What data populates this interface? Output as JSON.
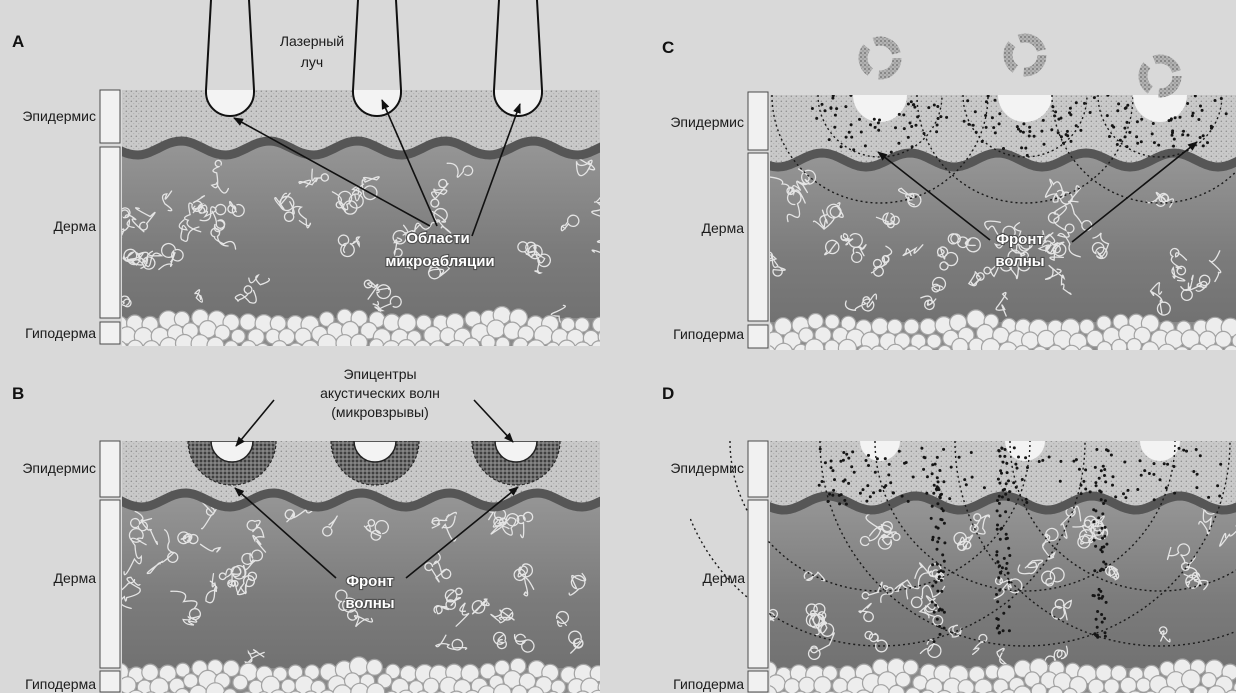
{
  "figure": {
    "panel_a": {
      "letter": "A",
      "layers": {
        "epidermis": "Эпидермис",
        "dermis": "Дерма",
        "hypodermis": "Гиподерма"
      },
      "laser_label": {
        "line1": "Лазерный",
        "line2": "луч"
      },
      "ablation_label": {
        "line1": "Области",
        "line2": "микроабляции"
      }
    },
    "panel_b": {
      "letter": "B",
      "layers": {
        "epidermis": "Эпидермис",
        "dermis": "Дерма",
        "hypodermis": "Гиподерма"
      },
      "epicenter_label": {
        "line1": "Эпицентры",
        "line2": "акустических волн",
        "line3": "(микровзрывы)"
      },
      "wave_front_label": {
        "line1": "Фронт",
        "line2": "волны"
      }
    },
    "panel_c": {
      "letter": "C",
      "layers": {
        "epidermis": "Эпидермис",
        "dermis": "Дерма",
        "hypodermis": "Гиподерма"
      },
      "wave_front_label": {
        "line1": "Фронт",
        "line2": "волны"
      }
    },
    "panel_d": {
      "letter": "D",
      "layers": {
        "epidermis": "Эпидермис",
        "dermis": "Дерма",
        "hypodermis": "Гиподерма"
      }
    }
  },
  "colors": {
    "page_background": "#d9d9d9",
    "epidermis": "#c9c9c9",
    "dermis_top": "#989898",
    "dermis_mid": "#7b7b7b",
    "dermis_bottom": "#6e6e6e",
    "basement_membrane": "#565656",
    "collagen_fiber": "#e4e4e4",
    "hypodermis_band": "#8a8a8a",
    "fat_cell": "#ededed",
    "fat_cell_outline": "#a3a3a3",
    "crater": "#f3f3f3",
    "particle": "#151515",
    "wave_front": "#1a1a1a",
    "laser_beam": "#111111"
  }
}
